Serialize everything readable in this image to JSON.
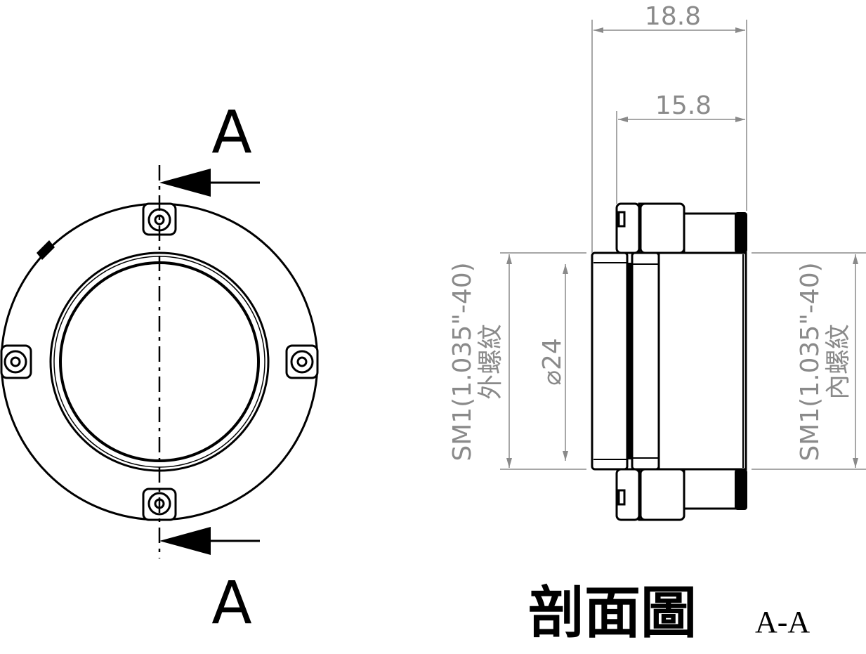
{
  "section_label_top": "A",
  "section_label_bottom": "A",
  "dimensions": {
    "overall_length": "18.8",
    "body_length": "15.8",
    "left_thread": "SM1(1.035\"-40)",
    "left_thread_type": "外螺紋",
    "bore_diameter": "⌀24",
    "right_thread": "SM1(1.035\"-40)",
    "right_thread_type": "內螺紋"
  },
  "caption": {
    "title": "剖面圖",
    "view": "A-A"
  },
  "colors": {
    "line": "#000000",
    "dimension": "#8a8a8a",
    "screw_accent": "#3a7bd5"
  }
}
